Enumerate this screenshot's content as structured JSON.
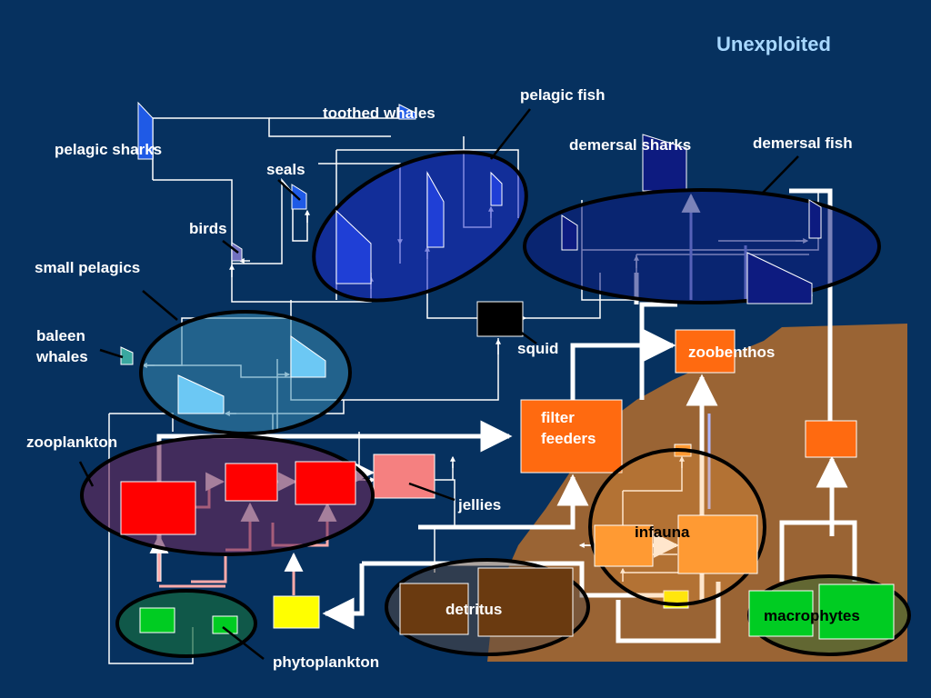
{
  "title": "Unexploited",
  "labels": {
    "pelagic_fish": "pelagic fish",
    "toothed_whales": "toothed whales",
    "demersal_sharks": "demersal sharks",
    "demersal_fish": "demersal fish",
    "pelagic_sharks": "pelagic sharks",
    "seals": "seals",
    "birds": "birds",
    "small_pelagics": "small pelagics",
    "baleen_whales": "baleen\nwhales",
    "squid": "squid",
    "zoobenthos": "zoobenthos",
    "filter_feeders": "filter\nfeeders",
    "zooplankton": "zooplankton",
    "jellies": "jellies",
    "infauna": "infauna",
    "detritus": "detritus",
    "macrophytes": "macrophytes",
    "phytoplankton": "phytoplankton"
  },
  "colors": {
    "background": "#06315f",
    "seabed": "#9a6434",
    "predator_blue": "#1f3fd6",
    "demersal_navy": "#0d1b80",
    "small_pelagic_cyan": "#6cc8f4",
    "zooplankton_red": "#ff0000",
    "jellies_pink": "#f58080",
    "filter_orange": "#ff6a10",
    "infauna_orange": "#ff9a33",
    "detritus_brown": "#6a3a10",
    "phyto_green": "#00cc22",
    "squid_black": "#000000",
    "nutrient_yellow": "#ffff00"
  }
}
